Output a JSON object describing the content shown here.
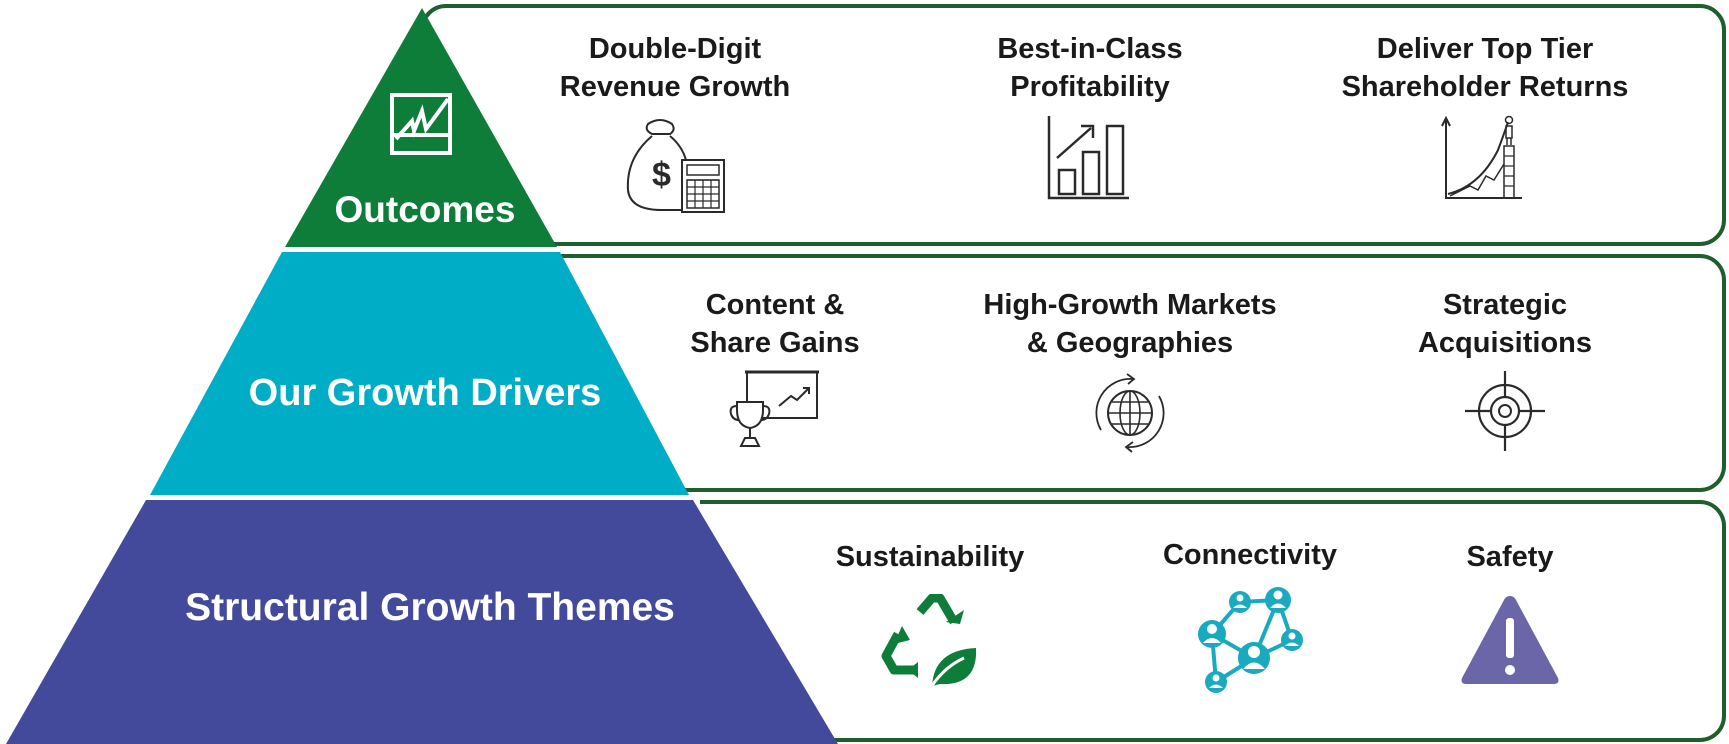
{
  "colors": {
    "outcomes": "#0e7d3a",
    "drivers": "#00adc6",
    "themes": "#434a9c",
    "border": "#1f5e2d",
    "icon_line": "#2a2a2a",
    "icon_green": "#0e7d3a",
    "icon_teal": "#1aaabf",
    "icon_purple": "#6a66a8"
  },
  "tiers": {
    "outcomes": {
      "label": "Outcomes",
      "logo_icon": "company-logo-icon",
      "items": [
        {
          "line1": "Double-Digit",
          "line2": "Revenue Growth",
          "icon": "money-bag-calculator-icon"
        },
        {
          "line1": "Best-in-Class",
          "line2": "Profitability",
          "icon": "bar-chart-growth-icon"
        },
        {
          "line1": "Deliver Top Tier",
          "line2": "Shareholder Returns",
          "icon": "growth-curve-person-icon"
        }
      ]
    },
    "drivers": {
      "label": "Our Growth Drivers",
      "items": [
        {
          "line1": "Content &",
          "line2": "Share Gains",
          "icon": "trophy-presentation-icon"
        },
        {
          "line1": "High-Growth Markets",
          "line2": "& Geographies",
          "icon": "globe-rotation-icon"
        },
        {
          "line1": "Strategic",
          "line2": "Acquisitions",
          "icon": "target-crosshair-icon"
        }
      ]
    },
    "themes": {
      "label": "Structural Growth Themes",
      "items": [
        {
          "line1": "Sustainability",
          "icon": "recycle-leaf-icon"
        },
        {
          "line1": "Connectivity",
          "icon": "network-people-icon"
        },
        {
          "line1": "Safety",
          "icon": "warning-triangle-icon"
        }
      ]
    }
  }
}
